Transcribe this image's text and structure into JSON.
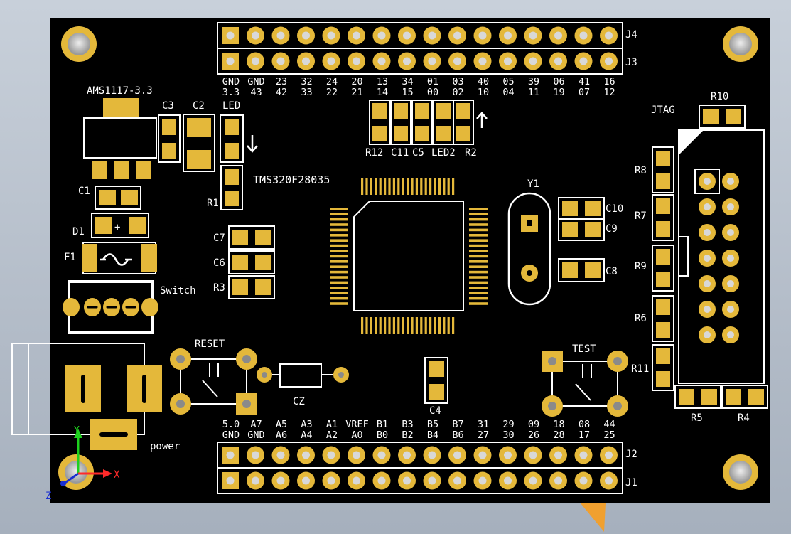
{
  "headers": {
    "top": {
      "j4": "J4",
      "j3": "J3",
      "pins_top": [
        "GND",
        "GND",
        "23",
        "32",
        "24",
        "20",
        "13",
        "34",
        "01",
        "03",
        "40",
        "05",
        "39",
        "06",
        "41",
        "16"
      ],
      "pins_bottom": [
        "3.3",
        "43",
        "42",
        "33",
        "22",
        "21",
        "14",
        "15",
        "00",
        "02",
        "10",
        "04",
        "11",
        "19",
        "07",
        "12"
      ]
    },
    "bottom": {
      "j2": "J2",
      "j1": "J1",
      "pins_top": [
        "5.0",
        "A7",
        "A5",
        "A3",
        "A1",
        "VREF",
        "B1",
        "B3",
        "B5",
        "B7",
        "31",
        "29",
        "09",
        "18",
        "08",
        "44"
      ],
      "pins_bottom": [
        "GND",
        "GND",
        "A6",
        "A4",
        "A2",
        "A0",
        "B0",
        "B2",
        "B4",
        "B6",
        "27",
        "30",
        "26",
        "28",
        "17",
        "25"
      ]
    }
  },
  "labels": {
    "ams": "AMS1117-3.3",
    "c3": "C3",
    "c2": "C2",
    "led": "LED",
    "c1": "C1",
    "d1": "D1",
    "plus": "+",
    "f1": "F1",
    "switch": "Switch",
    "r1": "R1",
    "chip": "TMS320F28035",
    "c7": "C7",
    "c6": "C6",
    "r3": "R3",
    "r12": "R12",
    "c11": "C11",
    "c5": "C5",
    "led2": "LED2",
    "r2": "R2",
    "y1": "Y1",
    "c10": "C10",
    "c9": "C9",
    "c8": "C8",
    "jtag": "JTAG",
    "r10": "R10",
    "r8": "R8",
    "r7": "R7",
    "r9": "R9",
    "r6": "R6",
    "r11": "R11",
    "r5": "R5",
    "r4": "R4",
    "reset": "RESET",
    "cz": "CZ",
    "c4": "C4",
    "test": "TEST",
    "power": "power"
  },
  "axes": {
    "x": "X",
    "y": "Y",
    "z": "Z"
  },
  "colors": {
    "board": "#000000",
    "gold": "#e4b83a",
    "silk": "#ffffff",
    "hole": "#d8d8d8",
    "axis_x": "#ff2a2a",
    "axis_y": "#1ed01e",
    "axis_z": "#1a2fd0"
  }
}
